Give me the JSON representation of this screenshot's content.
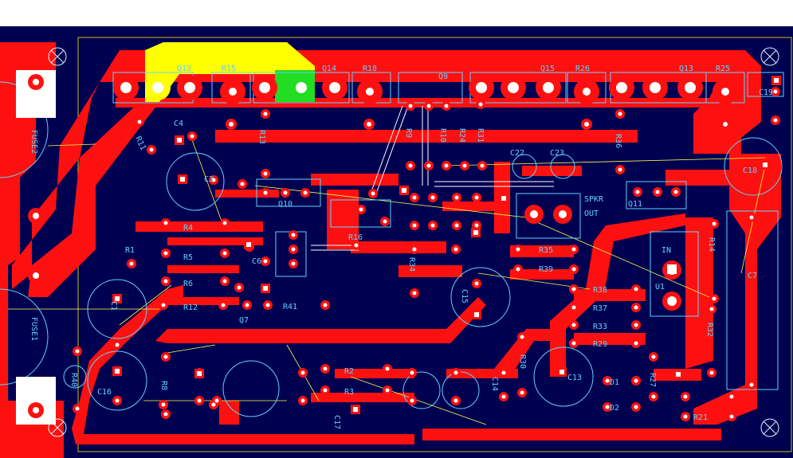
{
  "board": {
    "colors": {
      "background": "#000050",
      "copper": "#ff1010",
      "pad": "#ffffff",
      "silkscreen": "#5fd3ff",
      "ratsnest": "#ffff40",
      "highlight_yellow": "#ffff00",
      "highlight_green": "#22dd22"
    },
    "labels": {
      "q12": "Q12",
      "r15": "R15",
      "q14": "Q14",
      "r18": "R18",
      "q9": "Q9",
      "q15": "Q15",
      "r26": "R26",
      "q13": "Q13",
      "r25": "R25",
      "c19": "C19",
      "c4": "C4",
      "r11": "R11",
      "r13": "R13",
      "r9": "R9",
      "r10": "R10",
      "r24": "R24",
      "r31": "R31",
      "c22": "C22",
      "c23": "C23",
      "r36": "R36",
      "c18": "C18",
      "fuse2": "FUSE2",
      "c3": "C3",
      "q10": "Q10",
      "spkr": "SPKR",
      "out": "OUT",
      "q11": "Q11",
      "r4": "R4",
      "r16": "R16",
      "r1": "R1",
      "r5": "R5",
      "c6": "C6",
      "r6": "R6",
      "r12": "R12",
      "r34": "R34",
      "r35": "R35",
      "r39": "R39",
      "in": "IN",
      "u1": "U1",
      "c7": "C7",
      "r14": "R14",
      "c15": "C15",
      "r38": "R38",
      "r37": "R37",
      "r33": "R33",
      "r29": "R29",
      "r32": "R32",
      "q7": "Q7",
      "r41": "R41",
      "c1": "C1",
      "fuse1": "FUSE1",
      "r40": "R40",
      "c16": "C16",
      "r2": "R2",
      "r3": "R3",
      "c13": "C13",
      "r30": "R30",
      "c14": "C14",
      "c17": "C17",
      "r27": "R27",
      "r21": "R21",
      "d1": "D1",
      "d2": "D2",
      "r8": "R8"
    }
  }
}
